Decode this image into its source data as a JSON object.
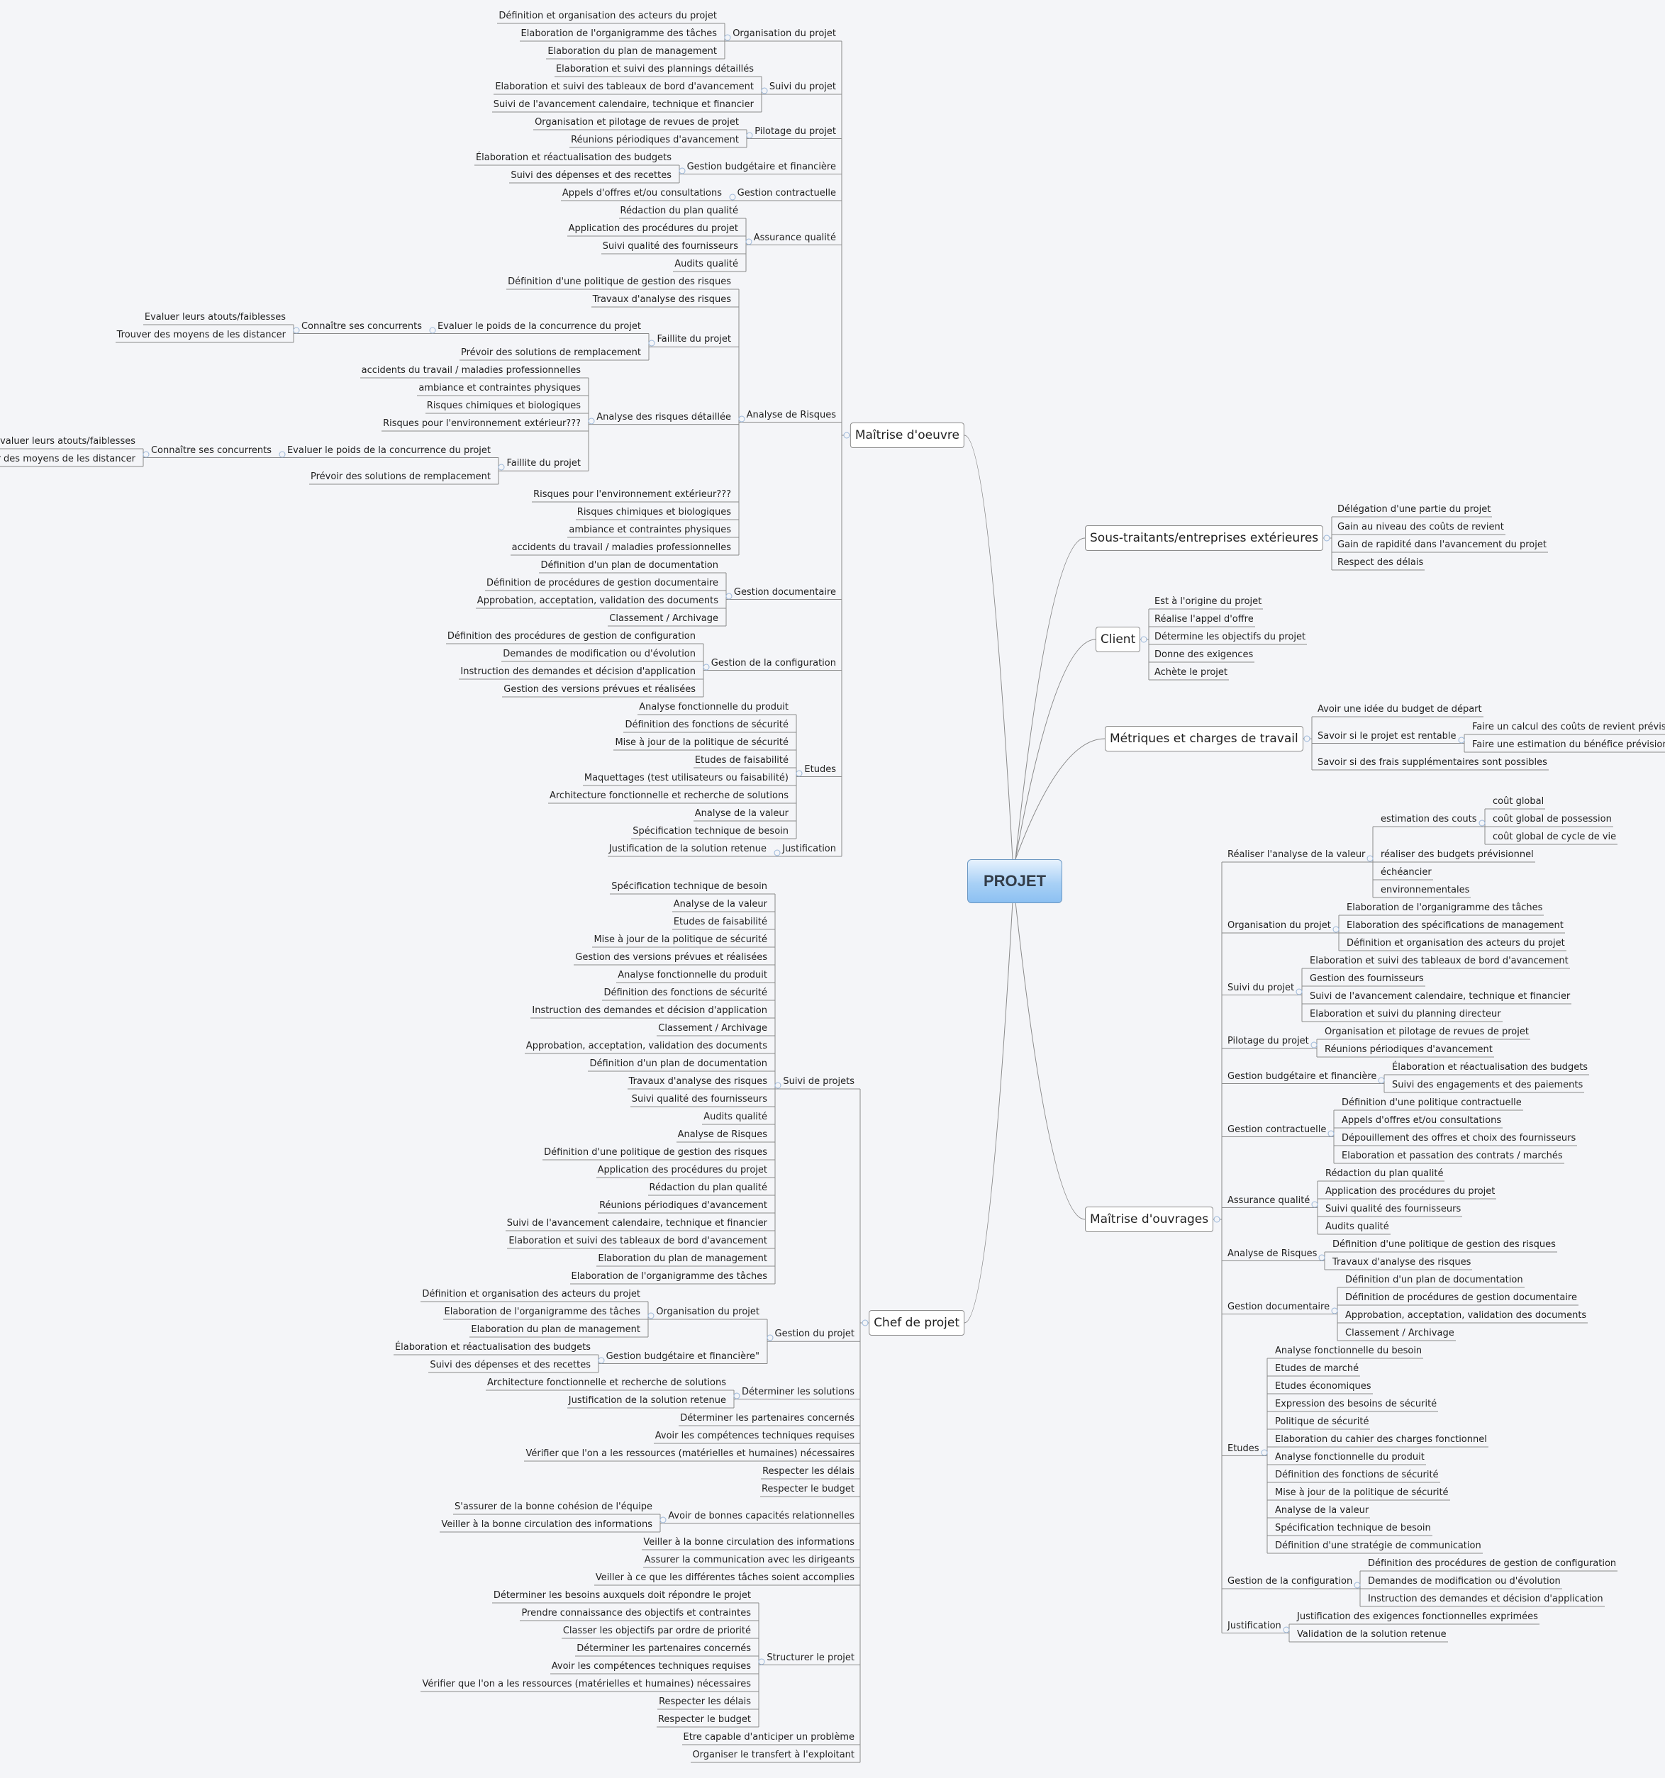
{
  "root": "PROJET",
  "branches": [
    {
      "label": "Maîtrise d'oeuvre",
      "side": "left",
      "children": [
        {
          "label": "Organisation du projet",
          "children": [
            {
              "label": "Définition et organisation des acteurs du projet"
            },
            {
              "label": "Elaboration de l'organigramme des tâches"
            },
            {
              "label": "Elaboration du plan de management"
            }
          ]
        },
        {
          "label": "Suivi du projet",
          "children": [
            {
              "label": "Elaboration et suivi des plannings détaillés"
            },
            {
              "label": "Elaboration et suivi des tableaux de bord d'avancement"
            },
            {
              "label": "Suivi de l'avancement calendaire, technique et financier"
            }
          ]
        },
        {
          "label": "Pilotage du projet",
          "children": [
            {
              "label": "Organisation et pilotage de revues de projet"
            },
            {
              "label": "Réunions périodiques d'avancement"
            }
          ]
        },
        {
          "label": "Gestion budgétaire et financière",
          "children": [
            {
              "label": "Élaboration et réactualisation des budgets"
            },
            {
              "label": "Suivi des dépenses et des recettes"
            }
          ]
        },
        {
          "label": "Gestion contractuelle",
          "children": [
            {
              "label": "Appels d'offres et/ou consultations"
            }
          ]
        },
        {
          "label": "Assurance qualité",
          "children": [
            {
              "label": "Rédaction du plan qualité"
            },
            {
              "label": "Application des procédures du projet"
            },
            {
              "label": "Suivi qualité des fournisseurs"
            },
            {
              "label": "Audits qualité"
            }
          ]
        },
        {
          "label": "Analyse de Risques",
          "children": [
            {
              "label": "Définition d'une politique de gestion des risques"
            },
            {
              "label": "Travaux d'analyse des risques"
            },
            {
              "label": "Faillite du projet",
              "children": [
                {
                  "label": "Evaluer le poids de la concurrence du projet",
                  "children": [
                    {
                      "label": "Connaître ses concurrents",
                      "children": [
                        {
                          "label": "Evaluer leurs atouts/faiblesses"
                        },
                        {
                          "label": "Trouver des moyens de les distancer"
                        }
                      ]
                    }
                  ]
                },
                {
                  "label": "Prévoir des solutions de remplacement"
                }
              ]
            },
            {
              "label": "Analyse des risques détaillée",
              "children": [
                {
                  "label": "accidents du travail / maladies professionnelles"
                },
                {
                  "label": "ambiance et contraintes physiques"
                },
                {
                  "label": "Risques chimiques et biologiques"
                },
                {
                  "label": "Risques pour l'environnement extérieur???"
                },
                {
                  "label": "Faillite du projet",
                  "children": [
                    {
                      "label": "Evaluer le poids de la concurrence du projet",
                      "children": [
                        {
                          "label": "Connaître ses concurrents",
                          "children": [
                            {
                              "label": "Evaluer leurs atouts/faiblesses"
                            },
                            {
                              "label": "Trouver des moyens de les distancer"
                            }
                          ]
                        }
                      ]
                    },
                    {
                      "label": "Prévoir des solutions de remplacement"
                    }
                  ]
                }
              ]
            },
            {
              "label": "Risques pour l'environnement extérieur???"
            },
            {
              "label": "Risques chimiques et biologiques"
            },
            {
              "label": "ambiance et contraintes physiques"
            },
            {
              "label": "accidents du travail / maladies professionnelles"
            }
          ]
        },
        {
          "label": "Gestion documentaire",
          "children": [
            {
              "label": "Définition d'un plan de documentation"
            },
            {
              "label": "Définition de procédures de gestion documentaire"
            },
            {
              "label": "Approbation, acceptation, validation des documents"
            },
            {
              "label": "Classement / Archivage"
            }
          ]
        },
        {
          "label": "Gestion de la configuration",
          "children": [
            {
              "label": "Définition des procédures de gestion de configuration"
            },
            {
              "label": "Demandes de modification ou d'évolution"
            },
            {
              "label": "Instruction des demandes et décision d'application"
            },
            {
              "label": "Gestion des versions prévues et réalisées"
            }
          ]
        },
        {
          "label": "Etudes",
          "children": [
            {
              "label": "Analyse fonctionnelle du produit"
            },
            {
              "label": "Définition des fonctions de sécurité"
            },
            {
              "label": "Mise à jour de la politique de sécurité"
            },
            {
              "label": "Etudes de faisabilité"
            },
            {
              "label": "Maquettages (test utilisateurs ou faisabilité)"
            },
            {
              "label": "Architecture fonctionnelle et recherche de solutions"
            },
            {
              "label": "Analyse de la valeur"
            },
            {
              "label": "Spécification technique de besoin"
            }
          ]
        },
        {
          "label": "Justification",
          "children": [
            {
              "label": "Justification de la solution retenue"
            }
          ]
        }
      ]
    },
    {
      "label": "Chef de projet",
      "side": "left",
      "children": [
        {
          "label": "Suivi de projets",
          "children": [
            {
              "label": "Spécification technique de besoin"
            },
            {
              "label": "Analyse de la valeur"
            },
            {
              "label": "Etudes de faisabilité"
            },
            {
              "label": "Mise à jour de la politique de sécurité"
            },
            {
              "label": "Gestion des versions prévues et réalisées"
            },
            {
              "label": "Analyse fonctionnelle du produit"
            },
            {
              "label": "Définition des fonctions de sécurité"
            },
            {
              "label": "Instruction des demandes et décision d'application"
            },
            {
              "label": "Classement / Archivage"
            },
            {
              "label": "Approbation, acceptation, validation des documents"
            },
            {
              "label": "Définition d'un plan de documentation"
            },
            {
              "label": "Travaux d'analyse des risques"
            },
            {
              "label": "Suivi qualité des fournisseurs"
            },
            {
              "label": "Audits qualité"
            },
            {
              "label": "Analyse de Risques"
            },
            {
              "label": "Définition d'une politique de gestion des risques"
            },
            {
              "label": "Application des procédures du projet"
            },
            {
              "label": "Rédaction du plan qualité"
            },
            {
              "label": "Réunions périodiques d'avancement"
            },
            {
              "label": "Suivi de l'avancement calendaire, technique et financier"
            },
            {
              "label": "Elaboration et suivi des tableaux de bord d'avancement"
            },
            {
              "label": "Elaboration du plan de management"
            },
            {
              "label": "Elaboration de l'organigramme des tâches"
            }
          ]
        },
        {
          "label": "Gestion du projet",
          "children": [
            {
              "label": "Organisation du projet",
              "children": [
                {
                  "label": "Définition et organisation des acteurs du projet"
                },
                {
                  "label": "Elaboration de l'organigramme des tâches"
                },
                {
                  "label": "Elaboration du plan de management"
                }
              ]
            },
            {
              "label": "Gestion budgétaire et financière\"",
              "children": [
                {
                  "label": "Élaboration et réactualisation des budgets"
                },
                {
                  "label": "Suivi des dépenses et des recettes"
                }
              ]
            }
          ]
        },
        {
          "label": "Déterminer les solutions",
          "children": [
            {
              "label": "Architecture fonctionnelle et recherche de solutions"
            },
            {
              "label": "Justification de la solution retenue"
            }
          ]
        },
        {
          "label": "Déterminer les partenaires concernés"
        },
        {
          "label": "Avoir les compétences techniques requises"
        },
        {
          "label": "Vérifier que l'on a les ressources (matérielles et humaines) nécessaires"
        },
        {
          "label": "Respecter les délais"
        },
        {
          "label": "Respecter le budget"
        },
        {
          "label": "Avoir de bonnes capacités relationnelles",
          "children": [
            {
              "label": "S'assurer de la bonne cohésion de l'équipe"
            },
            {
              "label": "Veiller à la bonne circulation des informations"
            }
          ]
        },
        {
          "label": "Veiller à la bonne circulation des informations"
        },
        {
          "label": "Assurer la communication avec les dirigeants"
        },
        {
          "label": "Veiller à ce que les différentes tâches soient accomplies"
        },
        {
          "label": "Structurer le projet",
          "children": [
            {
              "label": "Déterminer les besoins  auxquels doit répondre le projet"
            },
            {
              "label": "Prendre connaissance des objectifs et contraintes"
            },
            {
              "label": "Classer les objectifs par ordre de priorité"
            },
            {
              "label": "Déterminer les partenaires concernés"
            },
            {
              "label": "Avoir les compétences techniques requises"
            },
            {
              "label": "Vérifier que l'on a les ressources (matérielles et humaines) nécessaires"
            },
            {
              "label": "Respecter les délais"
            },
            {
              "label": "Respecter le budget"
            }
          ]
        },
        {
          "label": "Etre capable d'anticiper un problème"
        },
        {
          "label": "Organiser le transfert à l'exploitant"
        }
      ]
    },
    {
      "label": "Sous-traitants/entreprises extérieures",
      "side": "right",
      "children": [
        {
          "label": "Délégation d'une partie du projet"
        },
        {
          "label": "Gain au niveau des coûts de revient"
        },
        {
          "label": "Gain de rapidité dans l'avancement du projet"
        },
        {
          "label": "Respect des délais"
        }
      ]
    },
    {
      "label": "Client",
      "side": "right",
      "children": [
        {
          "label": "Est à l'origine du projet"
        },
        {
          "label": "Réalise l'appel d'offre"
        },
        {
          "label": "Détermine les objectifs du projet"
        },
        {
          "label": "Donne des exigences"
        },
        {
          "label": "Achète le projet"
        }
      ]
    },
    {
      "label": "Métriques et charges de travail",
      "side": "right",
      "children": [
        {
          "label": "Avoir une idée du budget de départ"
        },
        {
          "label": "Savoir si le projet est rentable",
          "children": [
            {
              "label": "Faire un calcul des coûts de revient prévisionnels"
            },
            {
              "label": "Faire une estimation du bénéfice prévisionnel"
            }
          ]
        },
        {
          "label": "Savoir si des frais supplémentaires sont possibles"
        }
      ]
    },
    {
      "label": "Maîtrise d'ouvrages",
      "side": "right",
      "children": [
        {
          "label": "Réaliser l'analyse de la valeur",
          "children": [
            {
              "label": "estimation des couts",
              "children": [
                {
                  "label": "coût global"
                },
                {
                  "label": "coût global de possession"
                },
                {
                  "label": "coût global de cycle de vie"
                }
              ]
            },
            {
              "label": "réaliser des budgets prévisionnel"
            },
            {
              "label": "échéancier"
            },
            {
              "label": "environnementales"
            }
          ]
        },
        {
          "label": "Organisation du projet",
          "children": [
            {
              "label": "Elaboration de l'organigramme des tâches"
            },
            {
              "label": "Elaboration des spécifications de management"
            },
            {
              "label": "Définition et organisation des acteurs du projet"
            }
          ]
        },
        {
          "label": "Suivi du projet",
          "children": [
            {
              "label": "Elaboration et suivi des tableaux de bord d'avancement"
            },
            {
              "label": "Gestion des fournisseurs"
            },
            {
              "label": "Suivi de l'avancement calendaire, technique et financier"
            },
            {
              "label": "Elaboration et suivi du planning directeur"
            }
          ]
        },
        {
          "label": "Pilotage du projet",
          "children": [
            {
              "label": "Organisation et pilotage de revues de projet"
            },
            {
              "label": "Réunions périodiques d'avancement"
            }
          ]
        },
        {
          "label": "Gestion budgétaire et financière",
          "children": [
            {
              "label": "Élaboration et réactualisation des budgets"
            },
            {
              "label": "Suivi des engagements et des paiements"
            }
          ]
        },
        {
          "label": "Gestion contractuelle",
          "children": [
            {
              "label": "Définition d'une politique contractuelle"
            },
            {
              "label": "Appels d'offres et/ou consultations"
            },
            {
              "label": "Dépouillement des offres et choix des fournisseurs"
            },
            {
              "label": "Elaboration et passation des contrats / marchés"
            }
          ]
        },
        {
          "label": "Assurance qualité",
          "children": [
            {
              "label": "Rédaction du plan qualité"
            },
            {
              "label": "Application des procédures du projet"
            },
            {
              "label": "Suivi qualité des fournisseurs"
            },
            {
              "label": "Audits qualité"
            }
          ]
        },
        {
          "label": "Analyse de Risques",
          "children": [
            {
              "label": "Définition d'une politique de gestion des risques"
            },
            {
              "label": "Travaux d'analyse des risques"
            }
          ]
        },
        {
          "label": "Gestion documentaire",
          "children": [
            {
              "label": "Définition d'un plan de documentation"
            },
            {
              "label": "Définition de procédures de gestion documentaire"
            },
            {
              "label": "Approbation, acceptation, validation des documents"
            },
            {
              "label": "Classement / Archivage"
            }
          ]
        },
        {
          "label": "Etudes",
          "children": [
            {
              "label": "Analyse fonctionnelle du besoin"
            },
            {
              "label": "Etudes de marché"
            },
            {
              "label": "Etudes économiques"
            },
            {
              "label": "Expression des besoins de sécurité"
            },
            {
              "label": "Politique de sécurité"
            },
            {
              "label": "Elaboration du cahier des charges fonctionnel"
            },
            {
              "label": "Analyse fonctionnelle du produit"
            },
            {
              "label": "Définition des fonctions de sécurité"
            },
            {
              "label": "Mise à jour de la politique de sécurité"
            },
            {
              "label": "Analyse de la valeur"
            },
            {
              "label": "Spécification technique de besoin"
            },
            {
              "label": "Définition d'une stratégie de communication"
            }
          ]
        },
        {
          "label": "Gestion de la configuration",
          "children": [
            {
              "label": "Définition des procédures de gestion de configuration"
            },
            {
              "label": "Demandes de modification ou d'évolution"
            },
            {
              "label": "Instruction des demandes et décision d'application"
            }
          ]
        },
        {
          "label": "Justification",
          "children": [
            {
              "label": "Justification des exigences fonctionnelles exprimées"
            },
            {
              "label": "Validation de la solution retenue"
            }
          ]
        }
      ]
    }
  ]
}
